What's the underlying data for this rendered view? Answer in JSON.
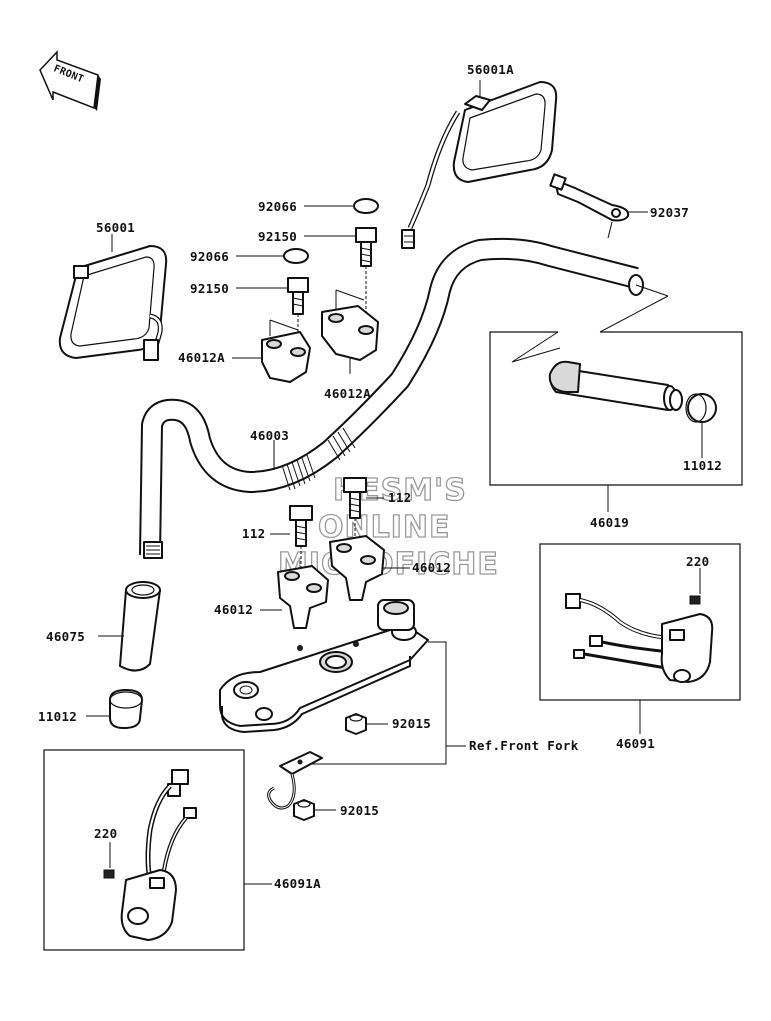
{
  "diagram": {
    "front_arrow": "FRONT",
    "watermark": [
      "HESM'S",
      "ONLINE",
      "MICROFICHE"
    ],
    "labels": {
      "p56001A": "56001A",
      "p56001": "56001",
      "p92037": "92037",
      "p92066a": "92066",
      "p92150a": "92150",
      "p92066b": "92066",
      "p92150b": "92150",
      "p46012A_left": "46012A",
      "p46012A_right": "46012A",
      "p46003": "46003",
      "p11012_right": "11012",
      "p46019": "46019",
      "p112_right": "112",
      "p112_left": "112",
      "p46012_right": "46012",
      "p46012_left": "46012",
      "p220_right": "220",
      "p46075": "46075",
      "p11012_left": "11012",
      "p92015a": "92015",
      "ref_front_fork": "Ref.Front Fork",
      "p46091": "46091",
      "p92015b": "92015",
      "p220_left": "220",
      "p46091A": "46091A"
    }
  }
}
